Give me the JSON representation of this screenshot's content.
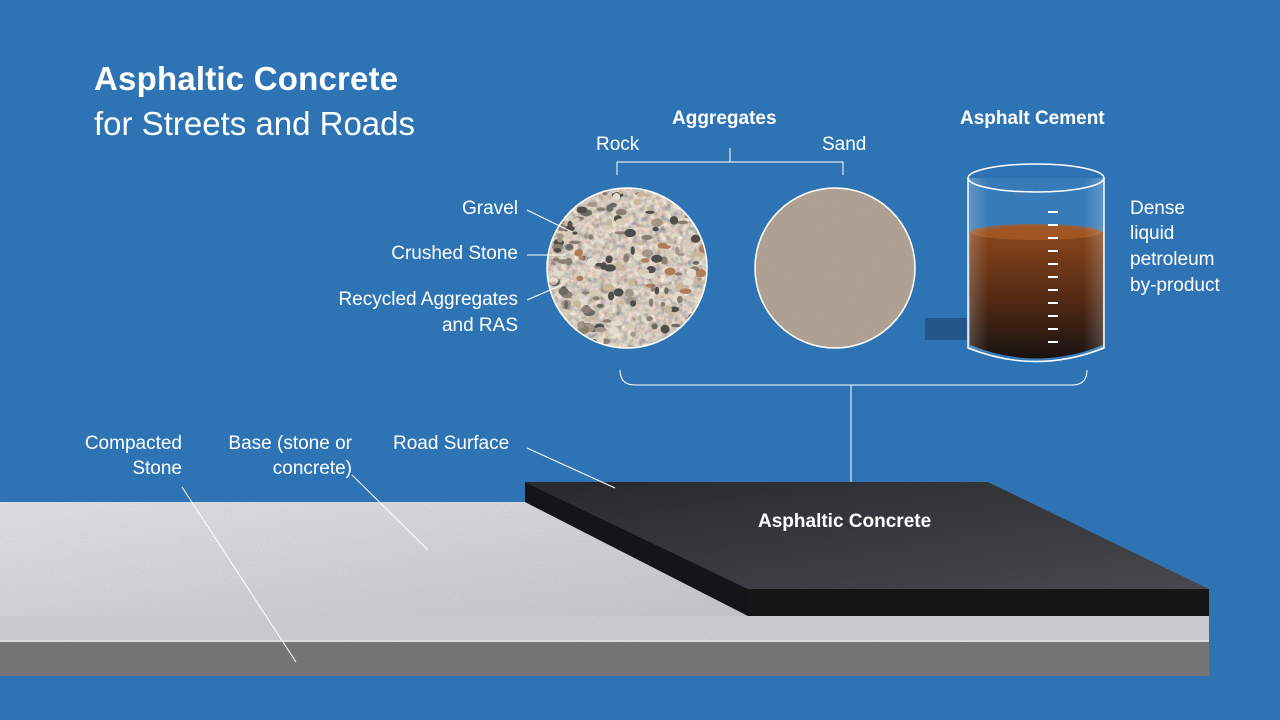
{
  "title": {
    "main": "Asphaltic Concrete",
    "sub": "for Streets and Roads"
  },
  "aggregates": {
    "heading": "Aggregates",
    "rock": "Rock",
    "sand": "Sand",
    "rock_types": {
      "gravel": "Gravel",
      "crushed_stone": "Crushed Stone",
      "recycled_line1": "Recycled Aggregates",
      "recycled_line2": "and RAS"
    }
  },
  "asphalt_cement": {
    "heading": "Asphalt Cement",
    "description": [
      "Dense",
      "liquid",
      "petroleum",
      "by-product"
    ]
  },
  "result": "Asphaltic Concrete",
  "layers": {
    "compacted_line1": "Compacted",
    "compacted_line2": "Stone",
    "base_line1": "Base (stone or",
    "base_line2": "concrete)",
    "road_surface": "Road Surface"
  },
  "colors": {
    "background": "#2e74b5",
    "asphalt": "#1e1f22",
    "base": "#d9dadc",
    "subgrade": "#7a7a7a",
    "cement_liquid": "#6b2e0a"
  }
}
